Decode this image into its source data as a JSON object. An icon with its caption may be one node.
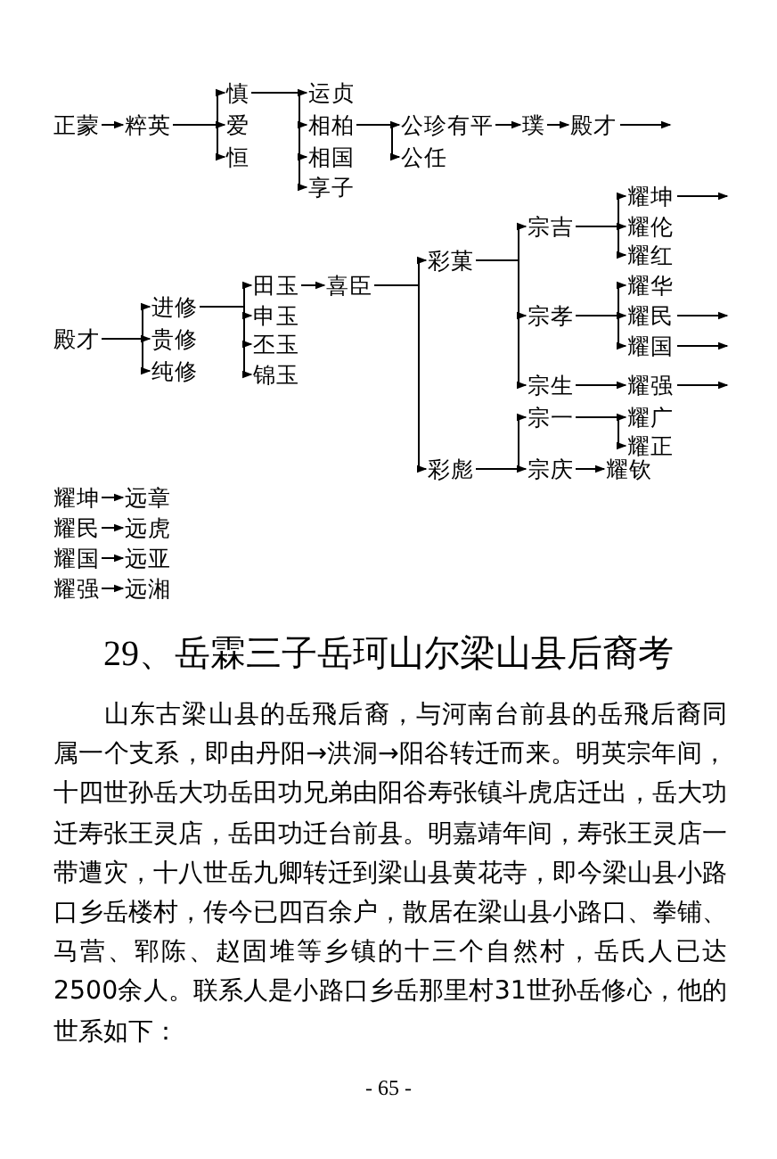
{
  "diagram": {
    "title": "29、岳霖三子岳珂山尔梁山县后裔考",
    "nodes": [
      {
        "text": [
          "正蒙"
        ]
      },
      {
        "text": [
          "粹英"
        ]
      },
      {
        "text": [
          "慎"
        ]
      },
      {
        "text": [
          "爱"
        ]
      },
      {
        "text": [
          "恒"
        ]
      },
      {
        "text": [
          "运贞"
        ]
      },
      {
        "text": [
          "相柏"
        ]
      },
      {
        "text": [
          "相国"
        ]
      },
      {
        "text": [
          "享子"
        ]
      },
      {
        "text": [
          "公珍有平"
        ]
      },
      {
        "text": [
          "公任"
        ]
      },
      {
        "text": [
          "璞"
        ]
      },
      {
        "text": [
          "殿才"
        ]
      },
      {
        "text": [
          "殿才"
        ]
      },
      {
        "text": [
          "进修"
        ]
      },
      {
        "text": [
          "贵修"
        ]
      },
      {
        "text": [
          "纯修"
        ]
      },
      {
        "text": [
          "田玉"
        ]
      },
      {
        "text": [
          "申玉"
        ]
      },
      {
        "text": [
          "丕玉"
        ]
      },
      {
        "text": [
          "锦玉"
        ]
      },
      {
        "text": [
          "喜臣"
        ]
      },
      {
        "text": [
          "彩菓"
        ]
      },
      {
        "text": [
          "彩彪"
        ]
      },
      {
        "text": [
          "宗吉"
        ]
      },
      {
        "text": [
          "宗孝"
        ]
      },
      {
        "text": [
          "宗生"
        ]
      },
      {
        "text": [
          "宗一"
        ]
      },
      {
        "text": [
          "宗庆"
        ]
      },
      {
        "text": [
          "耀坤"
        ]
      },
      {
        "text": [
          "耀伦"
        ]
      },
      {
        "text": [
          "耀红"
        ]
      },
      {
        "text": [
          "耀华"
        ]
      },
      {
        "text": [
          "耀民"
        ]
      },
      {
        "text": [
          "耀国"
        ]
      },
      {
        "text": [
          "耀强"
        ]
      },
      {
        "text": [
          "耀广"
        ]
      },
      {
        "text": [
          "耀正"
        ]
      },
      {
        "text": [
          "耀钦"
        ]
      },
      {
        "text": [
          "耀坤"
        ]
      },
      {
        "text": [
          "远章"
        ]
      },
      {
        "text": [
          "耀民"
        ]
      },
      {
        "text": [
          "远虎"
        ]
      },
      {
        "text": [
          "耀国"
        ]
      },
      {
        "text": [
          "远亚"
        ]
      },
      {
        "text": [
          "耀强"
        ]
      },
      {
        "text": [
          "远湘"
        ]
      }
    ],
    "edges": [
      {
        "from": 0,
        "to": 1,
        "arrow": "to"
      },
      {
        "from": 1,
        "to": 2,
        "arrow": "to"
      },
      {
        "from": 1,
        "to": 3,
        "arrow": "to"
      },
      {
        "from": 1,
        "to": 4,
        "arrow": "to"
      },
      {
        "from": 2,
        "to": 5,
        "arrow": "to"
      },
      {
        "from": 2,
        "to": 6,
        "arrow": "to"
      },
      {
        "from": 2,
        "to": 7,
        "arrow": "to"
      },
      {
        "from": 2,
        "to": 8,
        "arrow": "to"
      },
      {
        "from": 6,
        "to": 9,
        "arrow": "to"
      },
      {
        "from": 6,
        "to": 10,
        "arrow": "to"
      },
      {
        "from": 9,
        "to": 11,
        "arrow": "to"
      },
      {
        "from": 11,
        "to": 12,
        "arrow": "to"
      },
      {
        "from": 12,
        "to": null,
        "arrow": "to"
      },
      {
        "from": 13,
        "to": 14,
        "arrow": "to"
      },
      {
        "from": 13,
        "to": 15,
        "arrow": "to"
      },
      {
        "from": 13,
        "to": 16,
        "arrow": "to"
      },
      {
        "from": 14,
        "to": 17,
        "arrow": "to"
      },
      {
        "from": 14,
        "to": 18,
        "arrow": "to"
      },
      {
        "from": 14,
        "to": 19,
        "arrow": "to"
      },
      {
        "from": 14,
        "to": 20,
        "arrow": "to"
      },
      {
        "from": 17,
        "to": 21,
        "arrow": "to"
      },
      {
        "from": 21,
        "to": 22,
        "arrow": "to"
      },
      {
        "from": 21,
        "to": 23,
        "arrow": "to"
      },
      {
        "from": 22,
        "to": 24,
        "arrow": "to"
      },
      {
        "from": 22,
        "to": 25,
        "arrow": "to"
      },
      {
        "from": 22,
        "to": 26,
        "arrow": "to"
      },
      {
        "from": 23,
        "to": 27,
        "arrow": "to"
      },
      {
        "from": 23,
        "to": 28,
        "arrow": "to"
      },
      {
        "from": 24,
        "to": 29,
        "arrow": "to"
      },
      {
        "from": 24,
        "to": 30,
        "arrow": "to"
      },
      {
        "from": 24,
        "to": 31,
        "arrow": "to"
      },
      {
        "from": 25,
        "to": 32,
        "arrow": "to"
      },
      {
        "from": 25,
        "to": 33,
        "arrow": "to"
      },
      {
        "from": 25,
        "to": 34,
        "arrow": "to"
      },
      {
        "from": 26,
        "to": 35,
        "arrow": "to"
      },
      {
        "from": 27,
        "to": 36,
        "arrow": "to"
      },
      {
        "from": 27,
        "to": 37,
        "arrow": "to"
      },
      {
        "from": 28,
        "to": 38,
        "arrow": "to"
      },
      {
        "from": 29,
        "to": null,
        "arrow": "to"
      },
      {
        "from": 33,
        "to": null,
        "arrow": "to"
      },
      {
        "from": 34,
        "to": null,
        "arrow": "to"
      },
      {
        "from": 35,
        "to": null,
        "arrow": "to"
      },
      {
        "from": 39,
        "to": 40,
        "arrow": "to"
      },
      {
        "from": 41,
        "to": 42,
        "arrow": "to"
      },
      {
        "from": 43,
        "to": 44,
        "arrow": "to"
      },
      {
        "from": 45,
        "to": 46,
        "arrow": "to"
      }
    ],
    "labels": [
      "山东古梁山县的岳飛后裔，与河南台前县的岳飛后裔同属一个支系，即由丹阳→洪洞→阳谷转迁而来。明英宗年间，十四世孙岳大功岳田功兄弟由阳谷寿张镇斗虎店迁出，岳大功迁寿张王灵店，岳田功迁台前县。明嘉靖年间，寿张王灵店一带遭灾，十八世岳九卿转迁到梁山县黄花寺，即今梁山县小路口乡岳楼村，传今已四百余户，散居在梁山县小路口、拳铺、马营、郓陈、赵固堆等乡镇的十三个自然村，岳氏人已达2500余人。联系人是小路口乡岳那里村31世孙岳修心，他的世系如下：",
      "- 65 -"
    ]
  }
}
